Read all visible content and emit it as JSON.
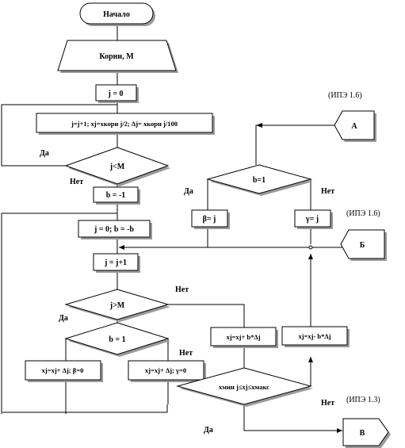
{
  "flowchart": {
    "start": "Начало",
    "input": "Корни, М",
    "init_j": "j = 0",
    "loop_step": "j=j+1; xj=xкорн j/2; Δj= xкорн j/100",
    "cond_j_lt_m": "j<M",
    "b_init": "b = -1",
    "reset": "j = 0; b = -b",
    "increment": "j = j+1",
    "cond_j_gt_m": "j>M",
    "cond_b_eq_1_left": "b = 1",
    "cond_b_eq_1_right": "b=1",
    "assign_left": "xj=xj+ Δj; β=0",
    "assign_right": "xj=xj+ Δj; γ=0",
    "beta_j": "β= j",
    "gamma_j": "γ= j",
    "update_plus": "xj=xj+ b*Δj",
    "update_minus": "xj=xj- b*Δj",
    "range_check": "xмин j≤xj≤xмакс",
    "connector_a": "А",
    "connector_b": "Б",
    "connector_v": "В",
    "ref_a": "(ИПЭ 1.6)",
    "ref_b": "(ИПЭ 1.6)",
    "ref_v": "(ИПЭ 1.3)",
    "yes": "Да",
    "no": "Нет"
  }
}
